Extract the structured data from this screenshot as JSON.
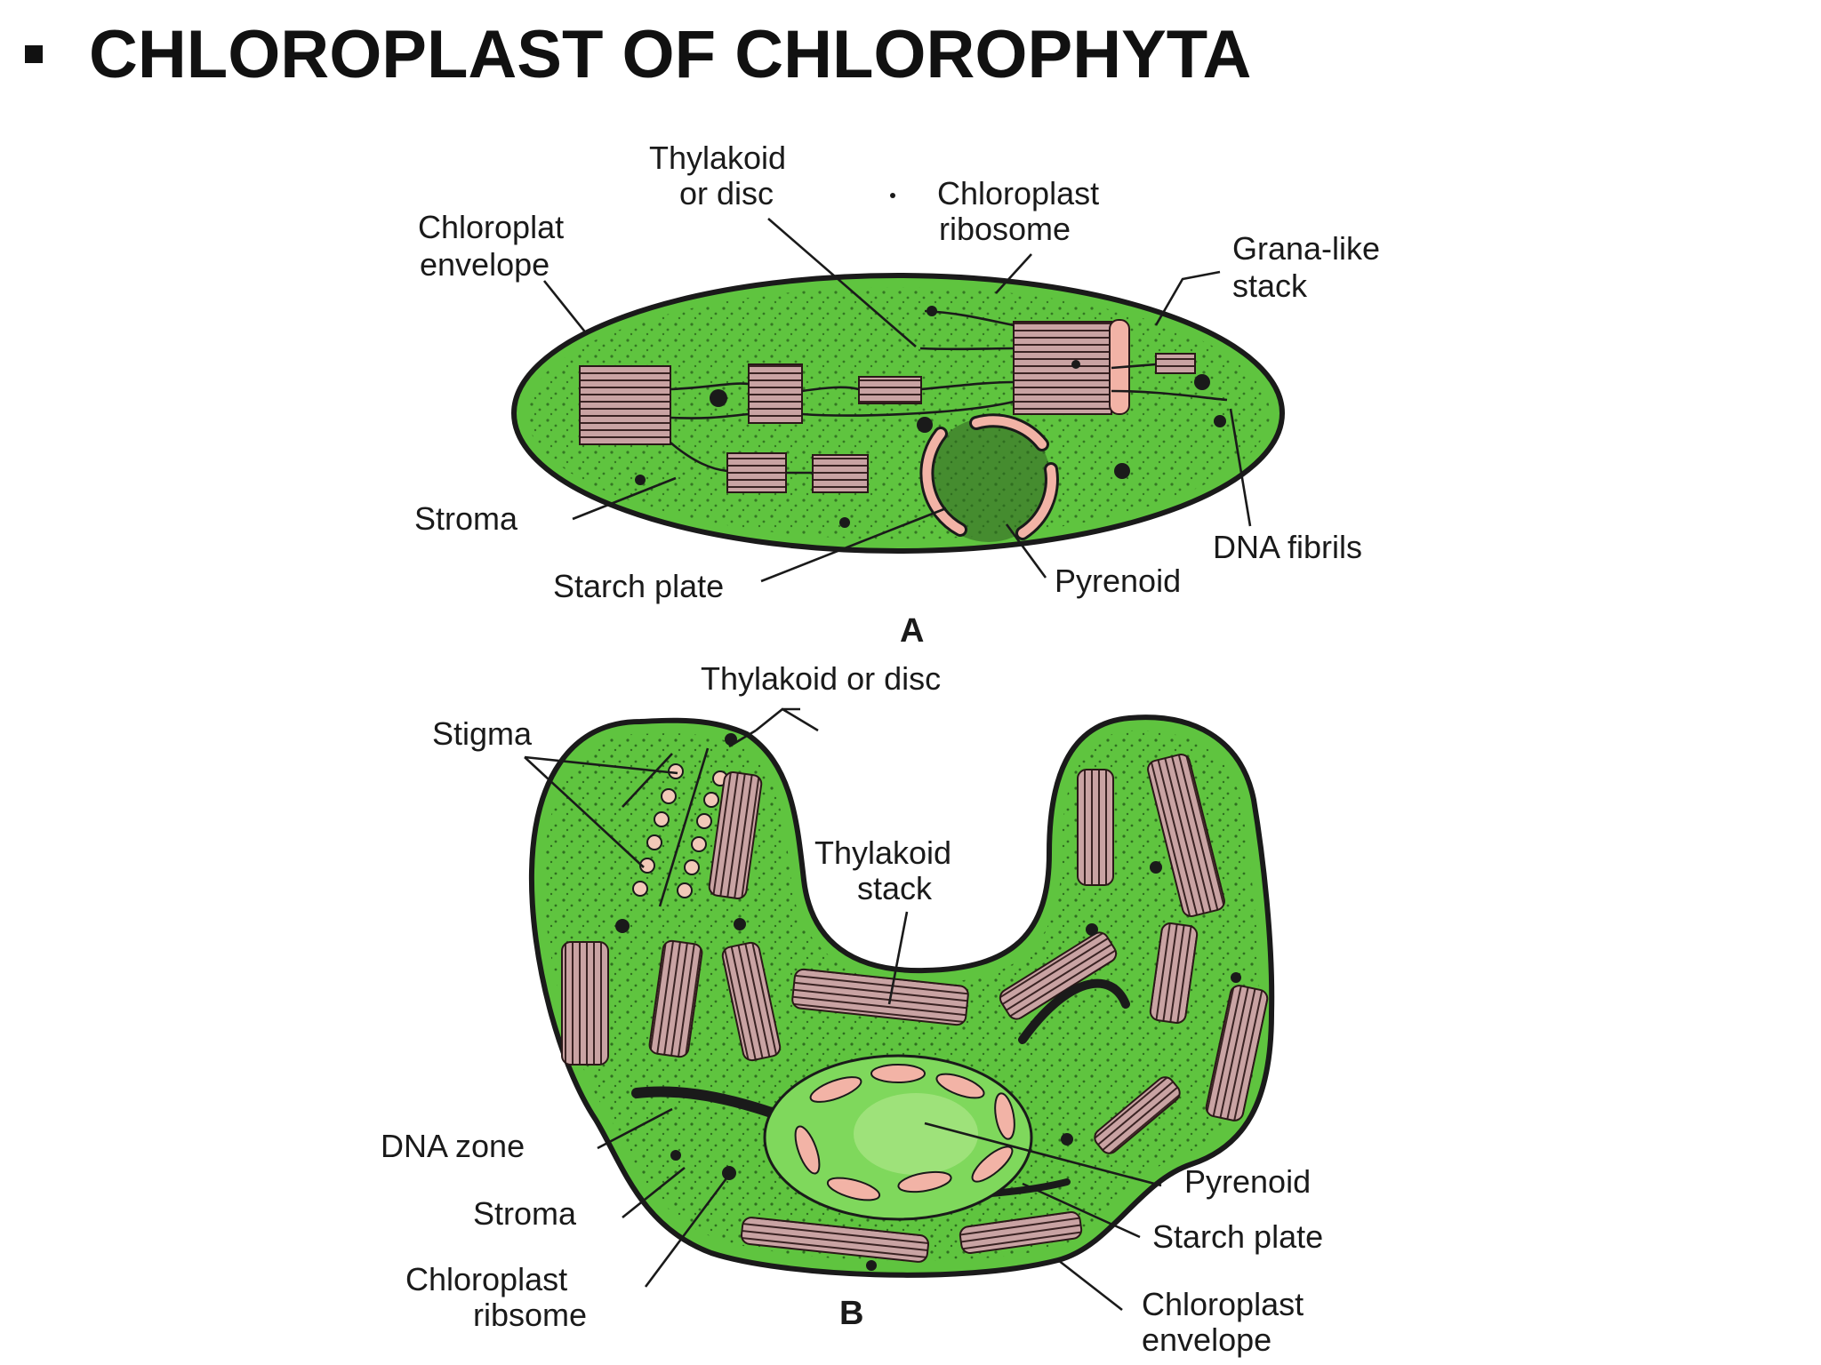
{
  "title": "CHLOROPLAST OF CHLOROPHYTA",
  "colors": {
    "stroma_green": "#5fc43f",
    "stroma_dark": "#3f8f2a",
    "thylakoid": "#c9a3a3",
    "starch": "#f2b3a6",
    "ink": "#1a1a1a"
  },
  "figure_a": {
    "caption": "A",
    "labels": {
      "thylakoid_l1": "Thylakoid",
      "thylakoid_l2": "or disc",
      "ribosome_l1": "Chloroplast",
      "ribosome_l2": "ribosome",
      "envelope_l1": "Chloroplat",
      "envelope_l2": "envelope",
      "grana_l1": "Grana-like",
      "grana_l2": "stack",
      "stroma": "Stroma",
      "dna_fibrils": "DNA fibrils",
      "starch_plate": "Starch plate",
      "pyrenoid": "Pyrenoid"
    }
  },
  "figure_b": {
    "caption": "B",
    "labels": {
      "thylakoid_disc": "Thylakoid or disc",
      "stigma": "Stigma",
      "stack_l1": "Thylakoid",
      "stack_l2": "stack",
      "dna_zone": "DNA zone",
      "stroma": "Stroma",
      "ribosome_l1": "Chloroplast",
      "ribosome_l2": "ribsome",
      "pyrenoid": "Pyrenoid",
      "starch_plate": "Starch plate",
      "envelope_l1": "Chloroplast",
      "envelope_l2": "envelope"
    }
  }
}
